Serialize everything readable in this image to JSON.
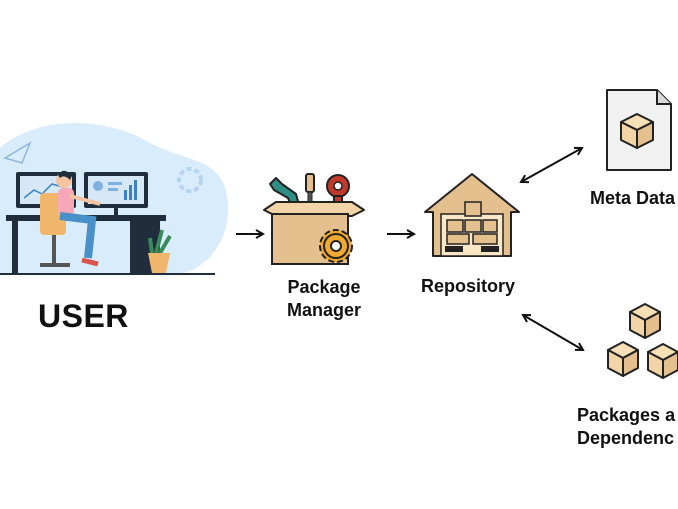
{
  "nodes": {
    "user": "USER",
    "package_manager_line1": "Package",
    "package_manager_line2": "Manager",
    "repository": "Repository",
    "meta_data": "Meta Data",
    "packages_line1": "Packages a",
    "packages_line2": "Dependenc"
  },
  "icons": {
    "user": "user-at-computer-illustration",
    "package_manager": "toolbox-with-tools-and-gear",
    "repository": "warehouse-with-boxes",
    "meta_data": "document-with-cube",
    "packages": "stacked-cubes"
  },
  "colors": {
    "cube": "#f2d4a6",
    "outline": "#222222",
    "box": "#e4c08e",
    "teal": "#2f8f84",
    "red": "#c0392b",
    "sky": "#d9ecfb"
  }
}
